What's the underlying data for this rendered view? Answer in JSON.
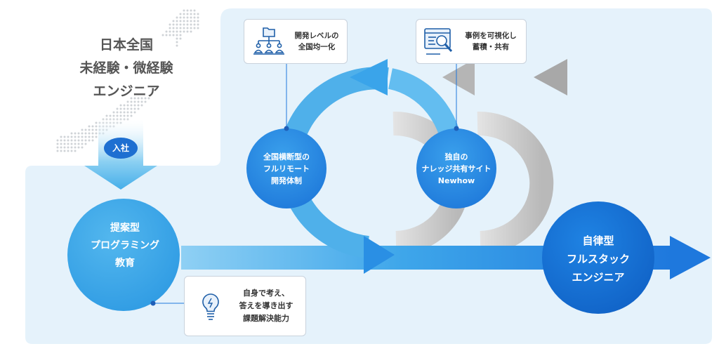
{
  "intro": {
    "lines": [
      "日本全国",
      "未経験・微経験",
      "エンジニア"
    ],
    "join_badge": "入社"
  },
  "circles": {
    "education": {
      "lines": [
        "提案型",
        "プログラミング",
        "教育"
      ]
    },
    "remote": {
      "lines": [
        "全国横断型の",
        "フルリモート",
        "開発体制"
      ]
    },
    "newhow": {
      "lines": [
        "独自の",
        "ナレッジ共有サイト",
        "Newhow"
      ]
    },
    "goal": {
      "lines": [
        "自律型",
        "フルスタック",
        "エンジニア"
      ]
    }
  },
  "callouts": {
    "development_level": {
      "lines": [
        "開発レベルの",
        "全国均一化"
      ],
      "icon": "team-hierarchy-icon"
    },
    "case_visualization": {
      "lines": [
        "事例を可視化し",
        "蓄積・共有"
      ],
      "icon": "document-search-icon"
    },
    "problem_solving": {
      "lines": [
        "自身で考え、",
        "答えを導き出す",
        "課題解決能力"
      ],
      "icon": "lightbulb-icon"
    }
  },
  "colors": {
    "panel_bg": "#e5f2fb",
    "primary_blue": "#1e88e5",
    "light_blue": "#4fb0ea",
    "dark_blue": "#1565c0",
    "gray_loop": "#bdbdbd",
    "map_dots": "#cfd3d7"
  }
}
